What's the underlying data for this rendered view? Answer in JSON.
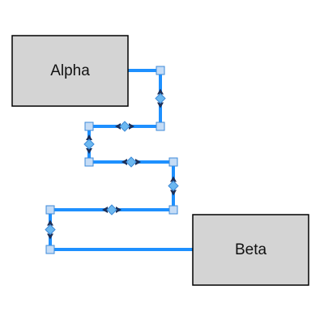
{
  "nodes": [
    {
      "id": "alpha",
      "label": "Alpha"
    },
    {
      "id": "beta",
      "label": "Beta"
    }
  ],
  "edge": {
    "from": "alpha",
    "to": "beta",
    "selected": true
  },
  "colors": {
    "node_fill": "#d4d4d4",
    "node_border": "#000000",
    "edge": "#1e90ff",
    "waypoint_handle_fill": "#c5dcf6",
    "waypoint_handle_border": "#3c8ad8",
    "midpoint_handle_fill": "#6cb8f0",
    "midpoint_arrow": "#1d2f57"
  },
  "icons": {
    "waypoint_handle": "square-handle-icon",
    "midpoint_handle": "move-handle-icon"
  }
}
